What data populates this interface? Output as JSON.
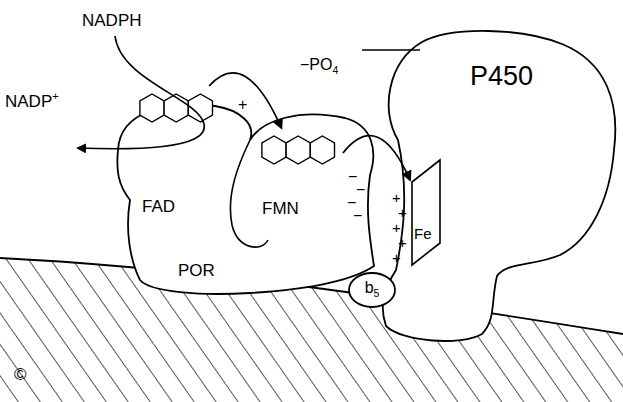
{
  "diagram": {
    "nodes": [
      {
        "text": [
          "POR"
        ]
      },
      {
        "text": [
          "FAD"
        ],
        "in": 0
      },
      {
        "text": [
          "FMN"
        ],
        "in": 0
      },
      {
        "text": [
          "b5"
        ]
      },
      {
        "text": [
          "P450"
        ]
      },
      {
        "text": [
          "Fe"
        ],
        "in": 4
      }
    ],
    "edges": [
      {
        "from": 1,
        "to": 2,
        "arrow": "to"
      },
      {
        "from": 2,
        "to": 5,
        "arrow": "to"
      }
    ],
    "labels": [
      "NADPH",
      "NADP+",
      "−PO4",
      "+",
      "−",
      "−",
      "−",
      "−",
      "+",
      "+",
      "+",
      "+",
      "+",
      "©"
    ]
  }
}
